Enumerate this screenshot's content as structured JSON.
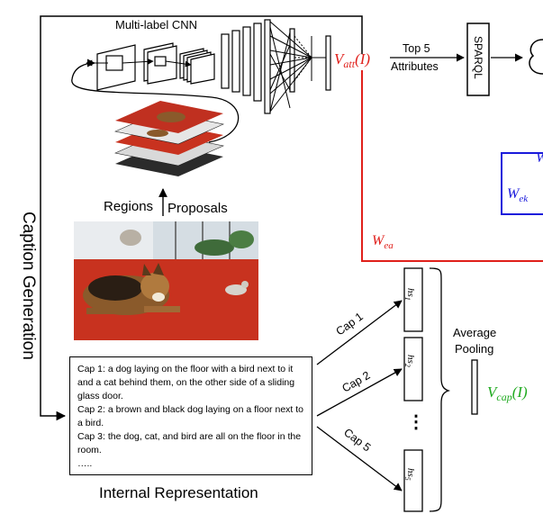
{
  "labels": {
    "cnn_title": "Multi-label CNN",
    "caption_generation": "Caption Generation",
    "regions": "Regions",
    "proposals": "Proposals",
    "v_att": "V",
    "v_att_sub": "att",
    "v_att_arg": "(I)",
    "top5_line1": "Top 5",
    "top5_line2": "Attributes",
    "sparql": "SPARQL",
    "w_ea": "W",
    "w_ea_sub": "ea",
    "w_ek": "W",
    "w_ek_sub": "ek",
    "w_partial": "W",
    "average_pooling_line1": "Average",
    "average_pooling_line2": "Pooling",
    "v_cap": "V",
    "v_cap_sub": "cap",
    "v_cap_arg": "(I)",
    "hs_1": "hs",
    "hs_1_sub": "1",
    "hs_2": "hs",
    "hs_2_sub": "2",
    "hs_5": "hs",
    "hs_5_sub": "5",
    "cap1_arrow": "Cap 1",
    "cap2_arrow": "Cap 2",
    "cap5_arrow": "Cap 5",
    "ellipsis": "⋮",
    "internal_representation": "Internal Representation"
  },
  "captions": {
    "cap1": "Cap 1: a dog laying on the floor with a bird next to it and a cat behind them, on the other side of a sliding glass door.",
    "cap2": "Cap 2: a brown and black dog laying on a floor next to a bird.",
    "cap3": "Cap 3: the dog, cat, and bird are all on the floor in the room.",
    "more": "….."
  },
  "colors": {
    "red": "#e0201b",
    "blue": "#1a1adb",
    "green": "#1faa1f",
    "floor": "#c8321f",
    "dog_brown": "#8a5a2b"
  }
}
